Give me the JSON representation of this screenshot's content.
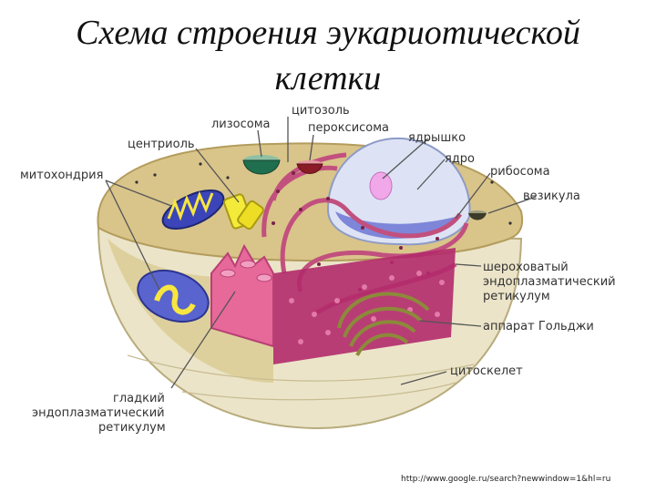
{
  "title": {
    "line1": "Схема строения эукариотической",
    "line2": "клетки"
  },
  "labels": {
    "cytosol": "цитозоль",
    "lysosome": "лизосома",
    "peroxisome": "пероксисома",
    "nucleolus": "ядрышко",
    "centriole": "центриоль",
    "nucleus": "ядро",
    "mitochondria": "митохондрия",
    "ribosome": "рибосома",
    "vesicle": "везикула",
    "rough_er_1": "шероховатый",
    "rough_er_2": "эндоплазматический",
    "rough_er_3": "ретикулум",
    "golgi": "аппарат Гольджи",
    "cytoskeleton": "цитоскелет",
    "smooth_er_1": "гладкий",
    "smooth_er_2": "эндоплазматический",
    "smooth_er_3": "ретикулум"
  },
  "source_url": "http://www.google.ru/search?newwindow=1&hl=ru"
}
